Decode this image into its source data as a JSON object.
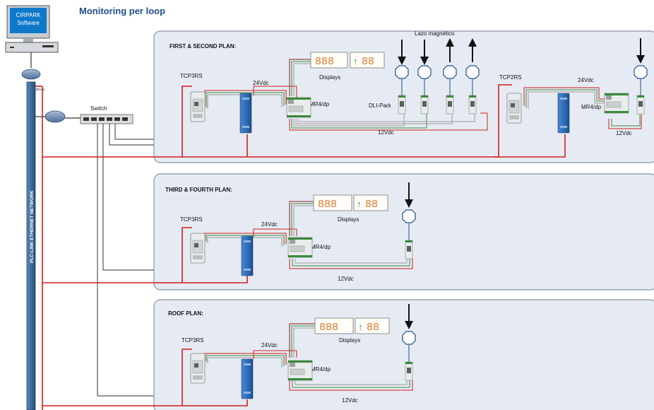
{
  "title": "Monitoring per loop",
  "computer": {
    "label_line1": "CIRPARK",
    "label_line2": "Software"
  },
  "network_label": "PLC-LINK ETHERNET NETWORK",
  "power_label": "230Vca",
  "switch_label": "Switch",
  "lazo_label": "Lazo magnético",
  "display": {
    "left_digits": "888",
    "right_digits": "88",
    "label": "Displays"
  },
  "sections": {
    "first": {
      "plan_label": "FIRST & SECOND PLAN:",
      "converter_label": "TCP3RS",
      "converter2_label": "TCP2RS",
      "voltage_24": "24Vdc",
      "voltage_24_b": "24Vdc",
      "voltage_12": "12Vdc",
      "voltage_12_b": "12Vdc",
      "controller_label": "MR4/dp",
      "controller2_label": "MR4/dp",
      "dli_label": "DLI-Park"
    },
    "second": {
      "plan_label": "THIRD & FOURTH PLAN:",
      "converter_label": "TCP3RS",
      "voltage_24": "24Vdc",
      "voltage_12": "12Vdc",
      "controller_label": "MR4/dp"
    },
    "third": {
      "plan_label": "ROOF PLAN:",
      "converter_label": "TCP3RS",
      "voltage_24": "24Vdc",
      "voltage_12": "12Vdc",
      "controller_label": "MR4/dp"
    }
  },
  "colors": {
    "panel_bg": "#e6ebf3",
    "panel_border": "#8a95a5",
    "power_wire": "#d31d1d",
    "data_wire": "#555555",
    "psu_blue": "#2f6fbf",
    "network_pole": "#3e6c9e",
    "title": "#1f4f8a"
  }
}
